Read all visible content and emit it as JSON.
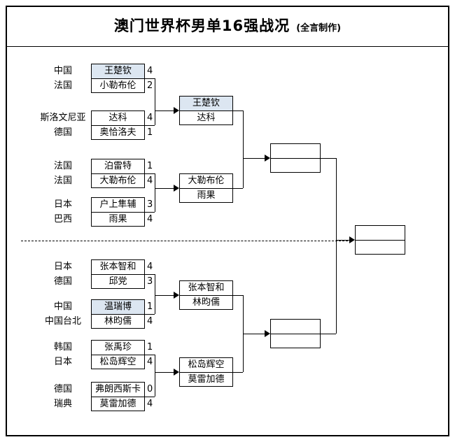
{
  "title": {
    "main": "澳门世界杯男单16强战况",
    "credit": "(全言制作)"
  },
  "colors": {
    "highlight": "#dce6f1",
    "line": "#000000"
  },
  "round1": [
    {
      "rows": [
        {
          "country": "中国",
          "player": "王楚钦",
          "score": "4",
          "highlight": true
        },
        {
          "country": "法国",
          "player": "小勒布伦",
          "score": "2",
          "highlight": false
        }
      ]
    },
    {
      "rows": [
        {
          "country": "斯洛文尼亚",
          "player": "达科",
          "score": "4",
          "highlight": false
        },
        {
          "country": "德国",
          "player": "奥恰洛夫",
          "score": "1",
          "highlight": false
        }
      ]
    },
    {
      "rows": [
        {
          "country": "法国",
          "player": "泊雷特",
          "score": "1",
          "highlight": false
        },
        {
          "country": "法国",
          "player": "大勒布伦",
          "score": "4",
          "highlight": false
        }
      ]
    },
    {
      "rows": [
        {
          "country": "日本",
          "player": "户上隼辅",
          "score": "3",
          "highlight": false
        },
        {
          "country": "巴西",
          "player": "雨果",
          "score": "4",
          "highlight": false
        }
      ]
    },
    {
      "rows": [
        {
          "country": "日本",
          "player": "张本智和",
          "score": "4",
          "highlight": false
        },
        {
          "country": "德国",
          "player": "邱党",
          "score": "3",
          "highlight": false
        }
      ]
    },
    {
      "rows": [
        {
          "country": "中国",
          "player": "温瑞博",
          "score": "1",
          "highlight": true
        },
        {
          "country": "中国台北",
          "player": "林昀儒",
          "score": "4",
          "highlight": false
        }
      ]
    },
    {
      "rows": [
        {
          "country": "韩国",
          "player": "张禹珍",
          "score": "1",
          "highlight": false
        },
        {
          "country": "日本",
          "player": "松岛辉空",
          "score": "4",
          "highlight": false
        }
      ]
    },
    {
      "rows": [
        {
          "country": "德国",
          "player": "弗朗西斯卡",
          "score": "0",
          "highlight": false
        },
        {
          "country": "瑞典",
          "player": "莫雷加德",
          "score": "4",
          "highlight": false
        }
      ]
    }
  ],
  "quarterfinals": [
    {
      "rows": [
        {
          "player": "王楚钦",
          "highlight": true
        },
        {
          "player": "达科",
          "highlight": false
        }
      ]
    },
    {
      "rows": [
        {
          "player": "大勒布伦",
          "highlight": false
        },
        {
          "player": "雨果",
          "highlight": false
        }
      ]
    },
    {
      "rows": [
        {
          "player": "张本智和",
          "highlight": false
        },
        {
          "player": "林昀儒",
          "highlight": false
        }
      ]
    },
    {
      "rows": [
        {
          "player": "松岛辉空",
          "highlight": false
        },
        {
          "player": "莫雷加德",
          "highlight": false
        }
      ]
    }
  ],
  "semifinals": [
    {
      "rows": [
        {
          "player": ""
        },
        {
          "player": ""
        }
      ]
    },
    {
      "rows": [
        {
          "player": ""
        },
        {
          "player": ""
        }
      ]
    }
  ],
  "final": {
    "rows": [
      {
        "player": ""
      },
      {
        "player": ""
      }
    ]
  }
}
